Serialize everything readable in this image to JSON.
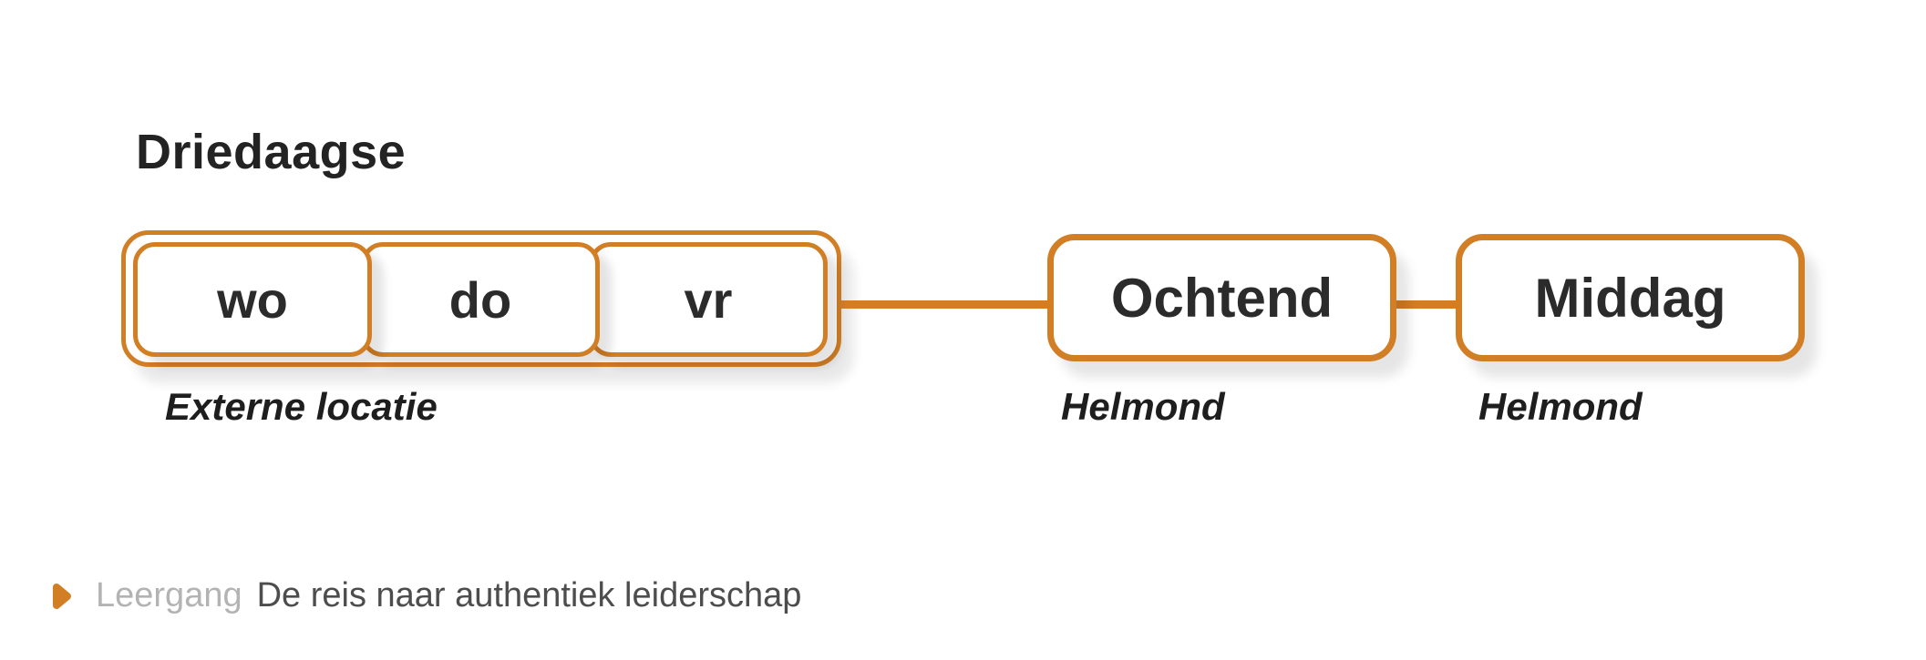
{
  "colors": {
    "accent_orange": "#D27E24",
    "text_dark": "#232323",
    "label_dark": "#1E1E1E",
    "legend_muted": "#B3B3B3",
    "legend_text": "#4D4D4D"
  },
  "diagram": {
    "title": "Driedaagse",
    "day_group": {
      "days": [
        {
          "label": "wo"
        },
        {
          "label": "do"
        },
        {
          "label": "vr"
        }
      ],
      "location": "Externe locatie"
    },
    "sessions": [
      {
        "label": "Ochtend",
        "location": "Helmond"
      },
      {
        "label": "Middag",
        "location": "Helmond"
      }
    ]
  },
  "legend": {
    "marker_icon": "triangle-right-icon",
    "category": "Leergang",
    "title": "De reis naar authentiek leiderschap"
  }
}
